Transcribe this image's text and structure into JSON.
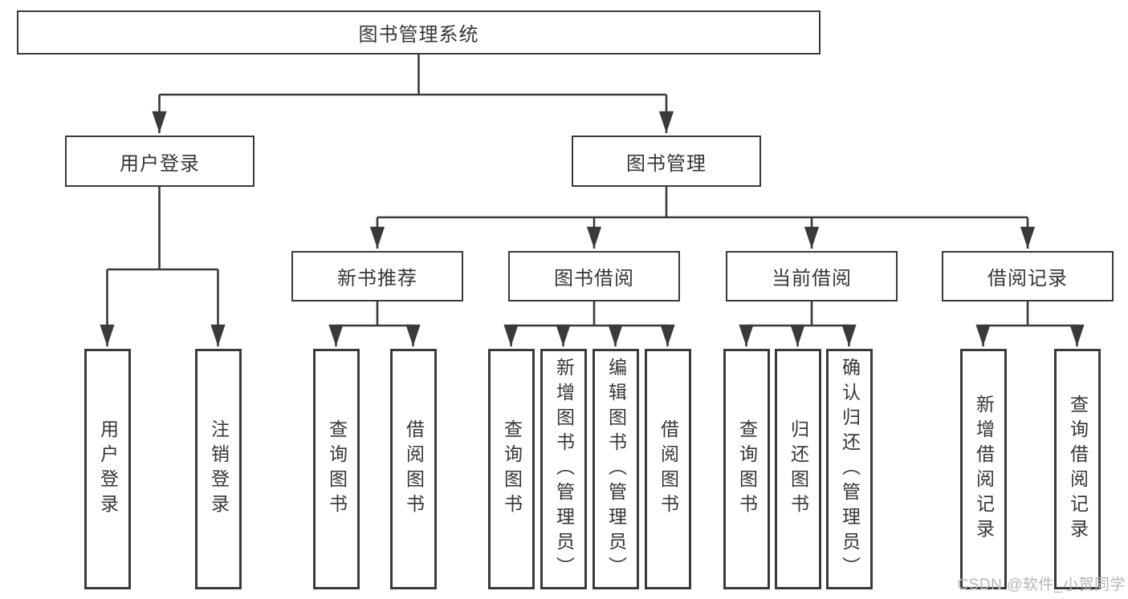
{
  "diagram": {
    "root": {
      "label": "图书管理系统"
    },
    "level2": [
      {
        "label": "用户登录"
      },
      {
        "label": "图书管理"
      }
    ],
    "level3": [
      {
        "label": "新书推荐",
        "parent": "图书管理"
      },
      {
        "label": "图书借阅",
        "parent": "图书管理"
      },
      {
        "label": "当前借阅",
        "parent": "图书管理"
      },
      {
        "label": "借阅记录",
        "parent": "图书管理"
      }
    ],
    "leaves": [
      {
        "label": "用户登录",
        "parent": "用户登录"
      },
      {
        "label": "注销登录",
        "parent": "用户登录"
      },
      {
        "label": "查询图书",
        "parent": "新书推荐"
      },
      {
        "label": "借阅图书",
        "parent": "新书推荐"
      },
      {
        "label": "查询图书",
        "parent": "图书借阅"
      },
      {
        "label": "新增图书（管理员）",
        "parent": "图书借阅"
      },
      {
        "label": "编辑图书（管理员）",
        "parent": "图书借阅"
      },
      {
        "label": "借阅图书",
        "parent": "图书借阅"
      },
      {
        "label": "查询图书",
        "parent": "当前借阅"
      },
      {
        "label": "归还图书",
        "parent": "当前借阅"
      },
      {
        "label": "确认归还（管理员）",
        "parent": "当前借阅"
      },
      {
        "label": "新增借阅记录",
        "parent": "借阅记录"
      },
      {
        "label": "查询借阅记录",
        "parent": "借阅记录"
      }
    ],
    "colors": {
      "line": "#3a3a3a",
      "text": "#363636",
      "background": "#ffffff",
      "watermark": "#b5b5b5"
    }
  },
  "watermark": {
    "text": "CSDN @软件_小贺同学"
  }
}
